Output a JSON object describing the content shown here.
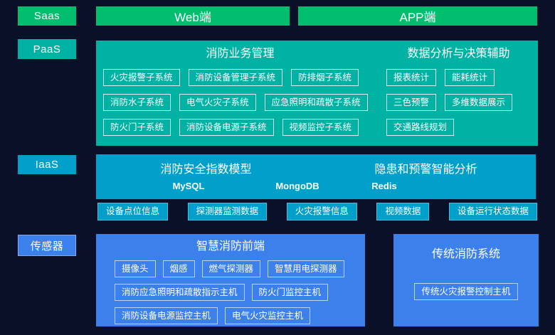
{
  "colors": {
    "background": "#0a1028",
    "green": "#00be6e",
    "teal": "#00b2a4",
    "cyan": "#00a0cb",
    "blue": "#3c81eb",
    "text": "#ffffff"
  },
  "layers": {
    "saas": {
      "label": "Saas",
      "web_label": "Web端",
      "app_label": "APP端"
    },
    "paas": {
      "label": "PaaS",
      "business": {
        "title": "消防业务管理",
        "rows": [
          [
            "火灾报警子系统",
            "消防设备管理子系统",
            "防排烟子系统"
          ],
          [
            "消防水子系统",
            "电气火灾子系统",
            "应急照明和疏散子系统"
          ],
          [
            "防火门子系统",
            "消防设备电源子系统",
            "视频监控子系统"
          ]
        ]
      },
      "analysis": {
        "title": "数据分析与决策辅助",
        "rows": [
          [
            "报表统计",
            "能耗统计"
          ],
          [
            "三色预警",
            "多维数据展示"
          ],
          [
            "交通路线规划"
          ]
        ]
      }
    },
    "iaas": {
      "label": "IaaS",
      "left_title": "消防安全指数模型",
      "right_title": "隐患和预警智能分析",
      "databases": [
        "MySQL",
        "MongoDB",
        "Redis"
      ],
      "data_sources": [
        "设备点位信息",
        "探测器监测数据",
        "火灾报警信息",
        "视频数据",
        "设备运行状态数据"
      ]
    },
    "sensor": {
      "label": "传感器",
      "smart": {
        "title": "智慧消防前端",
        "rows": [
          [
            "摄像头",
            "烟感",
            "燃气探测器",
            "智慧用电探测器"
          ],
          [
            "消防应急照明和疏散指示主机",
            "防火门监控主机"
          ],
          [
            "消防设备电源监控主机",
            "电气火灾监控主机"
          ]
        ]
      },
      "traditional": {
        "title": "传统消防系统",
        "item": "传统火灾报警控制主机"
      }
    }
  }
}
